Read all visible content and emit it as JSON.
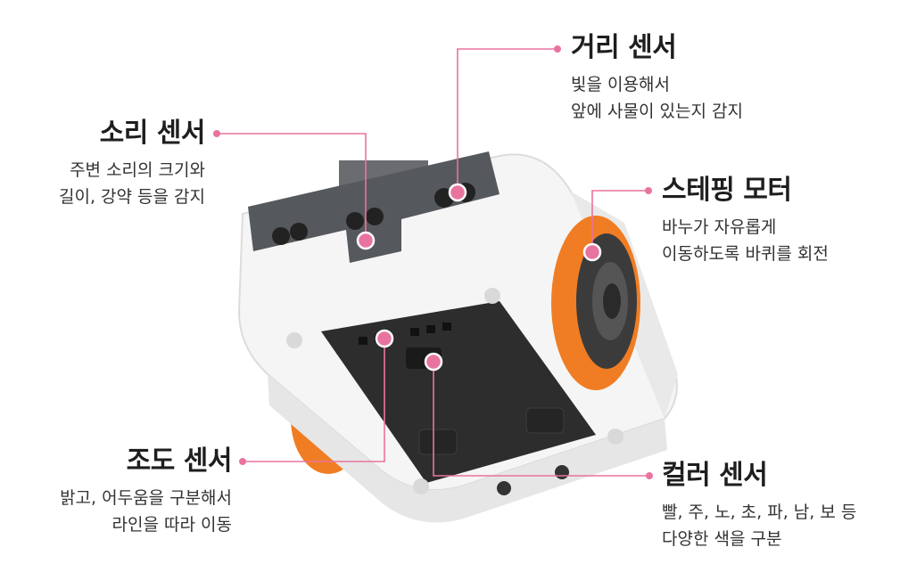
{
  "labels": {
    "distance": {
      "title": "거리 센서",
      "line1": "빛을 이용해서",
      "line2": "앞에 사물이 있는지 감지"
    },
    "sound": {
      "title": "소리 센서",
      "line1": "주변 소리의 크기와",
      "line2": "길이, 강약 등을 감지"
    },
    "motor": {
      "title": "스테핑 모터",
      "line1": "바누가 자유롭게",
      "line2": "이동하도록 바퀴를 회전"
    },
    "light": {
      "title": "조도 센서",
      "line1": "밝고, 어두움을 구분해서",
      "line2": "라인을 따라 이동"
    },
    "color": {
      "title": "컬러 센서",
      "line1": "빨, 주, 노, 초, 파, 남, 보 등",
      "line2": "다양한 색을 구분"
    }
  },
  "colors": {
    "pointer": "#e9739f",
    "body": "#f4f4f4",
    "panel": "#2d2d2d",
    "wheel": "#f07d23",
    "sensor_bar": "#55585c"
  }
}
